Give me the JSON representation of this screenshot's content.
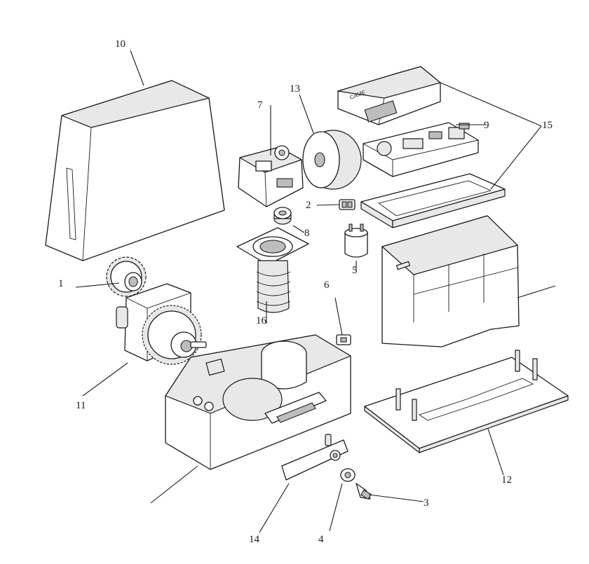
{
  "callouts": {
    "c1": "1",
    "c2": "2",
    "c3": "3",
    "c4": "4",
    "c5": "5",
    "c6": "6",
    "c7": "7",
    "c8": "8",
    "c9": "9",
    "c10": "10",
    "c11": "11",
    "c12": "12",
    "c13": "13",
    "c14": "14",
    "c15": "15",
    "c16": "16"
  },
  "brand_label": "CAME",
  "colors": {
    "line": "#1a1a1a",
    "fill": "#ffffff",
    "shade": "#e8e8e8"
  }
}
